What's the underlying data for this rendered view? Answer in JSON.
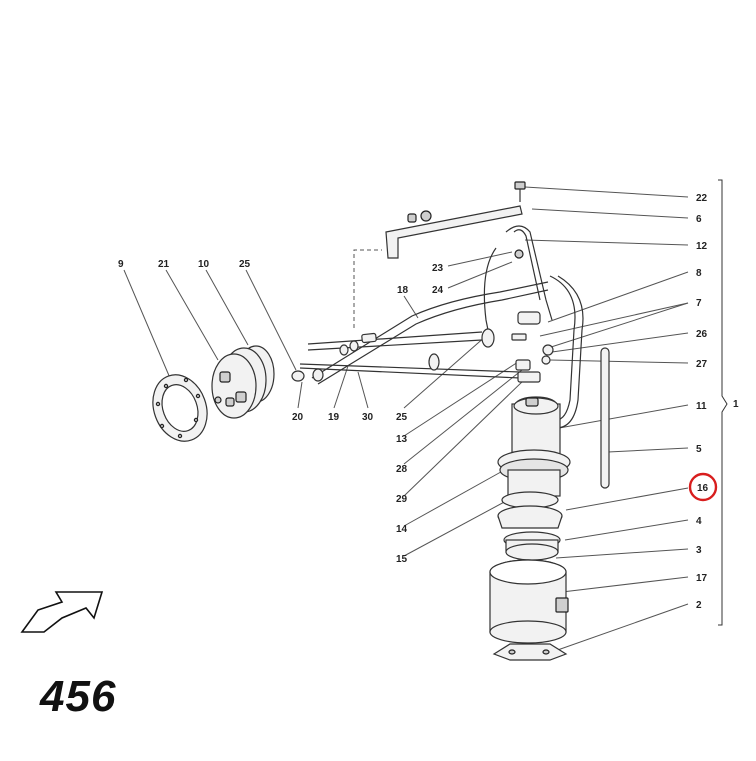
{
  "page_number": "456",
  "highlight_color": "#d81e1e",
  "highlighted_callout": "16",
  "group_callout": "1",
  "callouts_right": [
    "22",
    "6",
    "12",
    "8",
    "7",
    "26",
    "27",
    "11",
    "5",
    "16",
    "4",
    "3",
    "17",
    "2"
  ],
  "callouts_top_left": [
    "9",
    "21",
    "10",
    "25"
  ],
  "callouts_mid": [
    "23",
    "24",
    "18"
  ],
  "callouts_bottom": [
    "20",
    "19",
    "30",
    "25",
    "13",
    "28",
    "29",
    "14",
    "15"
  ],
  "icons": {
    "direction_arrow": "outline-arrow-icon"
  }
}
